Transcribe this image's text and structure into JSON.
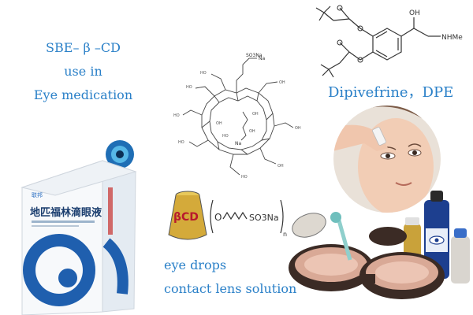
{
  "heading": {
    "line1": "SBE– β –CD",
    "line2": "use in",
    "line3": "Eye medication"
  },
  "drug": {
    "name_label": "Dipivefrine，DPE",
    "structure_labels": {
      "hydroxyl": "OH",
      "amine": "NHMe"
    }
  },
  "cyclodextrin": {
    "sulfonate_top": "SO3Na",
    "sodium_top": "Na",
    "sodium_mid": "Na",
    "cartoon_label": "βCD",
    "cartoon_chain_end": "SO3Na",
    "cartoon_subscript": "n"
  },
  "uses": {
    "line1": "eye drops",
    "line2": "contact lens solution"
  },
  "eyedrop_box": {
    "brand": "联邦",
    "product_name": "地匹福林滴眼液"
  },
  "colors": {
    "text_blue": "#2a80c8",
    "box_blue": "#2b6fc2",
    "cartoon_gold": "#d4aa3a",
    "skin": "#f2cdb5"
  }
}
